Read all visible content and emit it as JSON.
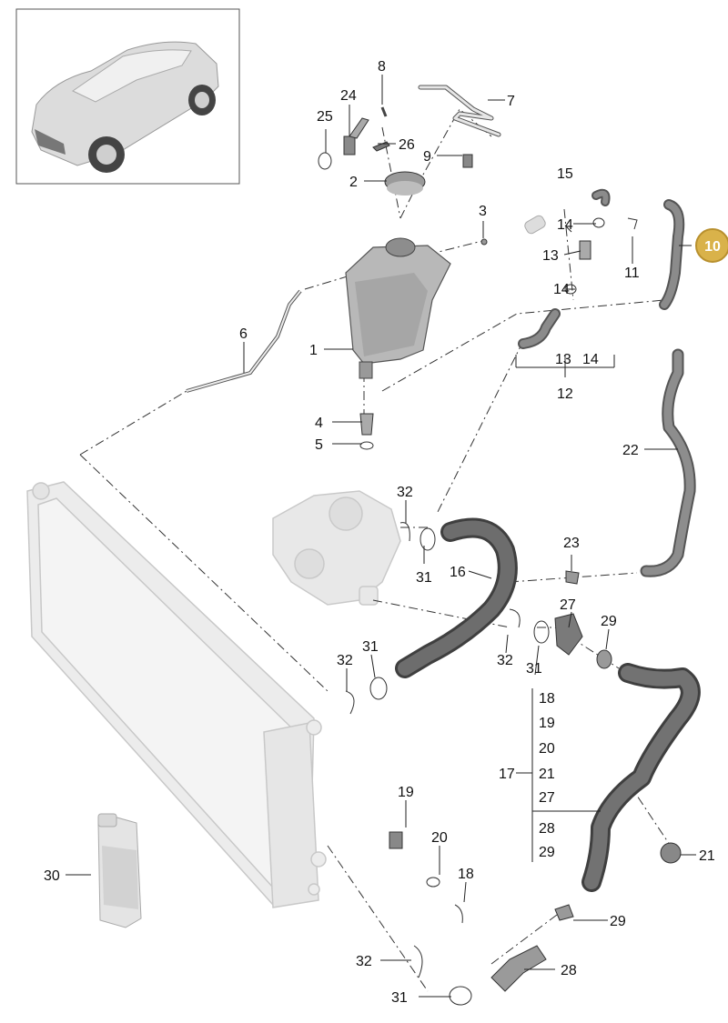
{
  "callouts": {
    "c1": "1",
    "c2": "2",
    "c3": "3",
    "c4": "4",
    "c5": "5",
    "c6": "6",
    "c7": "7",
    "c8": "8",
    "c9": "9",
    "c10": "10",
    "c11": "11",
    "c12": "12",
    "c13a": "13",
    "c13b": "13",
    "c14a": "14",
    "c14b": "14",
    "c14c": "14",
    "c15": "15",
    "c16": "16",
    "c17": "17",
    "c18a": "18",
    "c18b": "18",
    "c19a": "19",
    "c19b": "19",
    "c20a": "20",
    "c20b": "20",
    "c21a": "21",
    "c21b": "21",
    "c22": "22",
    "c23": "23",
    "c24": "24",
    "c25": "25",
    "c26": "26",
    "c27a": "27",
    "c27b": "27",
    "c28a": "28",
    "c28b": "28",
    "c29a": "29",
    "c29b": "29",
    "c29c": "29",
    "c30": "30",
    "c31a": "31",
    "c31b": "31",
    "c31c": "31",
    "c31d": "31",
    "c32a": "32",
    "c32b": "32",
    "c32c": "32",
    "c32d": "32"
  },
  "highlight_color": "#d9b24a",
  "hose_color": "#6b6b6b",
  "ghost_color": "#d8d8d8"
}
